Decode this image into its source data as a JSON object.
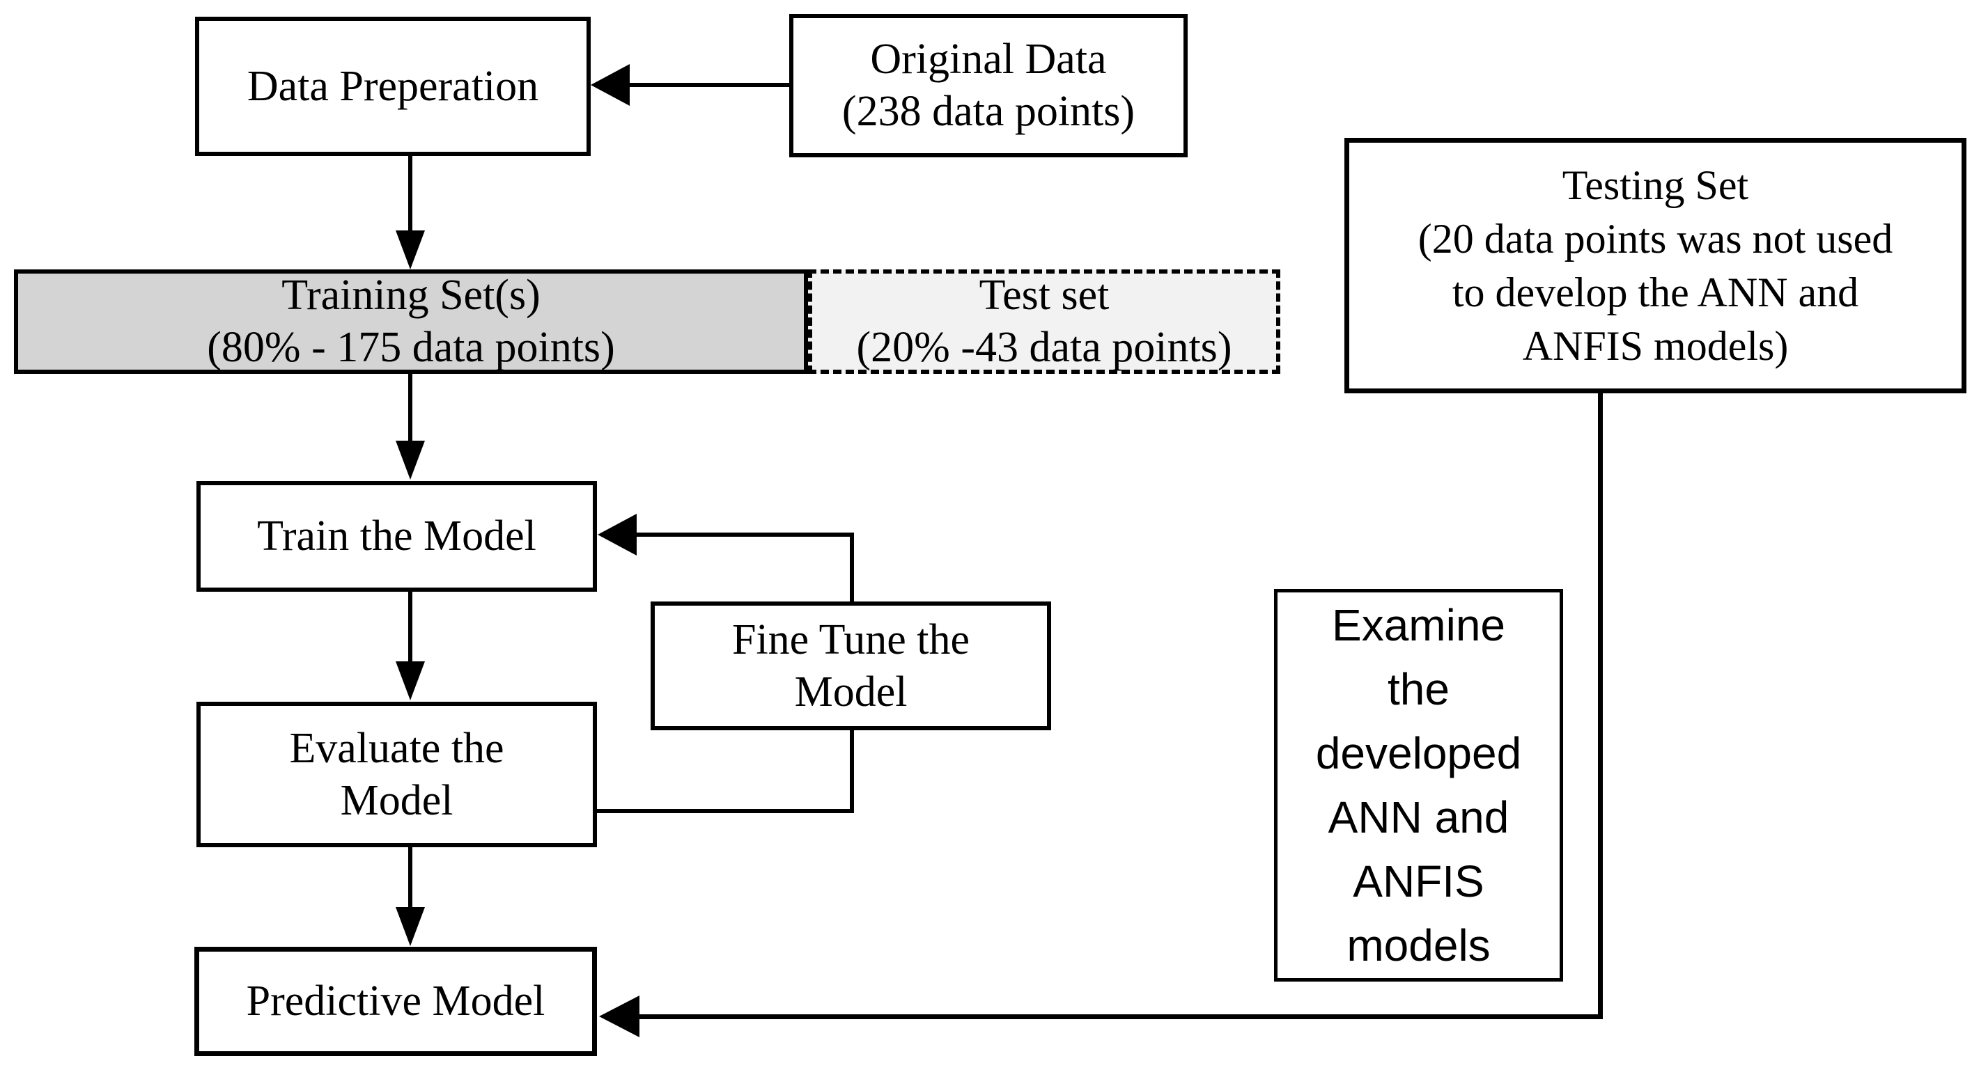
{
  "nodes": {
    "data_preparation": {
      "label": "Data Preperation"
    },
    "original_data": {
      "label": "Original Data\n(238 data points)"
    },
    "training_set": {
      "label": "Training Set(s)\n(80% - 175 data points)"
    },
    "test_set": {
      "label": "Test set\n(20% -43 data points)"
    },
    "testing_set": {
      "label": "Testing Set\n(20 data points was not used\nto develop the ANN and\nANFIS models)"
    },
    "train_model": {
      "label": "Train the Model"
    },
    "fine_tune": {
      "label": "Fine Tune the\nModel"
    },
    "evaluate": {
      "label": "Evaluate the\nModel"
    },
    "predictive": {
      "label": "Predictive Model"
    },
    "examine": {
      "label": "Examine\nthe\ndeveloped\nANN and\nANFIS\nmodels"
    }
  },
  "edges": [
    {
      "from": "original_data",
      "to": "data_preparation",
      "style": "arrow"
    },
    {
      "from": "data_preparation",
      "to": "training_set",
      "style": "arrow"
    },
    {
      "from": "training_set",
      "to": "train_model",
      "style": "arrow"
    },
    {
      "from": "train_model",
      "to": "evaluate",
      "style": "arrow"
    },
    {
      "from": "evaluate",
      "to": "train_model",
      "style": "feedback-loop-through-fine-tune"
    },
    {
      "from": "evaluate",
      "to": "predictive",
      "style": "arrow"
    },
    {
      "from": "testing_set",
      "to": "predictive",
      "style": "arrow"
    }
  ],
  "colors": {
    "background": "#ffffff",
    "line": "#000000",
    "training_fill": "#d4d4d4",
    "test_fill": "#f2f2f2",
    "box_fill": "#ffffff"
  }
}
